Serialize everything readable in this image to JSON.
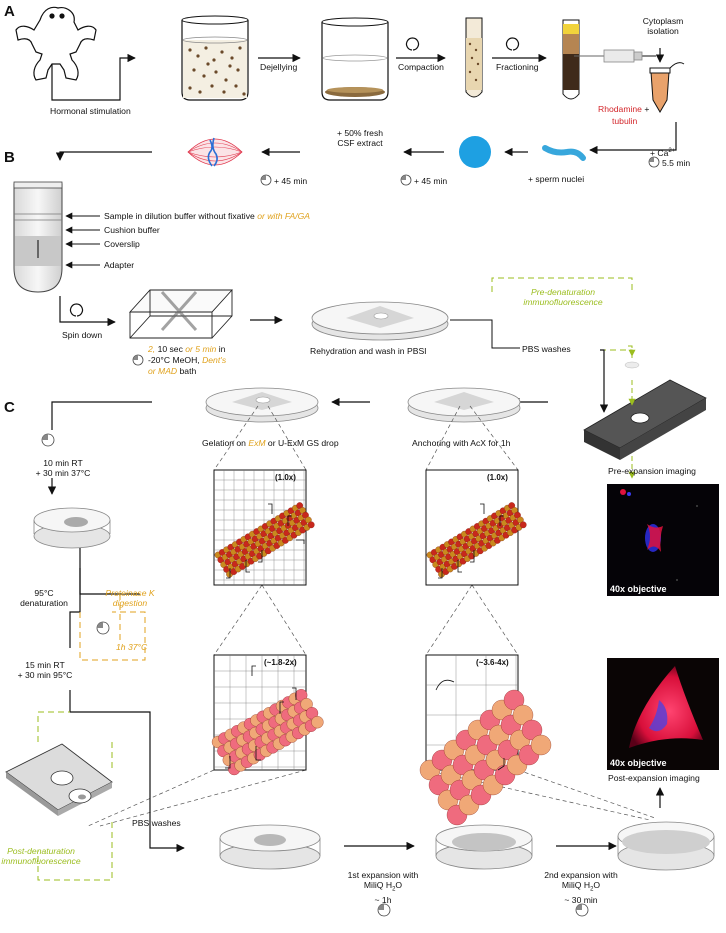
{
  "panels": {
    "a": "A",
    "b": "B",
    "c": "C"
  },
  "steps_a": {
    "hormonal": "Hormonal stimulation",
    "dejellying": "Dejellying",
    "compaction": "Compaction",
    "fractioning": "Fractioning",
    "cytoplasm_1": "Cytoplasm",
    "cytoplasm_2": "isolation",
    "rhodamine": "Rhodamine",
    "plus": " +",
    "tubulin": "tubulin",
    "ca": "+ Ca",
    "ca_sup": "2+",
    "t55": "5.5 min",
    "sperm": "+ sperm nuclei",
    "t45a": "+ 45 min",
    "fresh_1": "+ 50% fresh",
    "fresh_2": "CSF extract",
    "t45b": "+ 45 min"
  },
  "steps_b": {
    "sample_1": "Sample in dilution buffer without fixative ",
    "sample_2": "or with FA/GA",
    "cushion": "Cushion buffer",
    "coverslip": "Coverslip",
    "adapter": "Adapter",
    "spin": "Spin down",
    "meoh_a": "2, ",
    "meoh_b": "10 sec ",
    "meoh_c": "or 5 min",
    "meoh_d": " in",
    "meoh_e": "-20°C MeOH, ",
    "meoh_f": "Dent's",
    "meoh_g": "or MAD",
    "meoh_h": " bath",
    "rehydration": "Rehydration and wash in PBSI",
    "pre_den_1": "Pre-denaturation",
    "pre_den_2": "immunofluorescence",
    "pbs": "PBS washes"
  },
  "steps_c": {
    "t_rt_1": "10 min RT",
    "t_rt_2": "+ 30 min 37°C",
    "gel_a": "Gelation on ",
    "gel_b": "ExM",
    "gel_c": " or ",
    "gel_d": "U-ExM GS drop",
    "anchor": "Anchoring with AcX for 1h",
    "pre_img": "Pre-expansion imaging",
    "mag1": "(1.0x)",
    "mag2": "(1.0x)",
    "mag3": "(~1.8-2x)",
    "mag4": "(~3.6-4x)",
    "obj1": "40x objective",
    "obj2": "40x objective",
    "denat_1": "95°C",
    "denat_2": "denaturation",
    "prot_1": "Proteinase K",
    "prot_2": "digestion",
    "t15_1": "15 min RT",
    "t15_2": "+ 30 min 95°C",
    "t1h": "1h 37°C",
    "pbs2": "PBS washes",
    "post_den_1": "Post-denaturation",
    "post_den_2": "immunofluorescence",
    "exp1_1": "1st expansion with",
    "exp1_2": "MiliQ H",
    "exp1_sub": "2",
    "exp1_3": "O",
    "exp1_4": "~ 1h",
    "exp2_1": "2nd expansion with",
    "exp2_2": "MiliQ H",
    "exp2_sub": "2",
    "exp2_3": "O",
    "exp2_4": "~ 30 min",
    "post_img": "Post-expansion imaging"
  },
  "colors": {
    "orange": "#e0a21d",
    "red": "#d3262b",
    "green": "#9bbd1e",
    "bead_red": "#c8281c",
    "bead_orange": "#c98a1e",
    "bead_pink": "#ef6b7e",
    "bead_peach": "#f0a877",
    "droplet_blue": "#1ea0e2",
    "sperm_blue": "#38a7dc"
  },
  "icons": [
    "frog-icon",
    "beaker-icon",
    "tube-icon",
    "syringe-icon",
    "timer-icon",
    "spindle-icon",
    "droplet-icon",
    "sperm-icon",
    "petri-dish-icon",
    "slide-holder-icon",
    "microtubule-icon"
  ]
}
